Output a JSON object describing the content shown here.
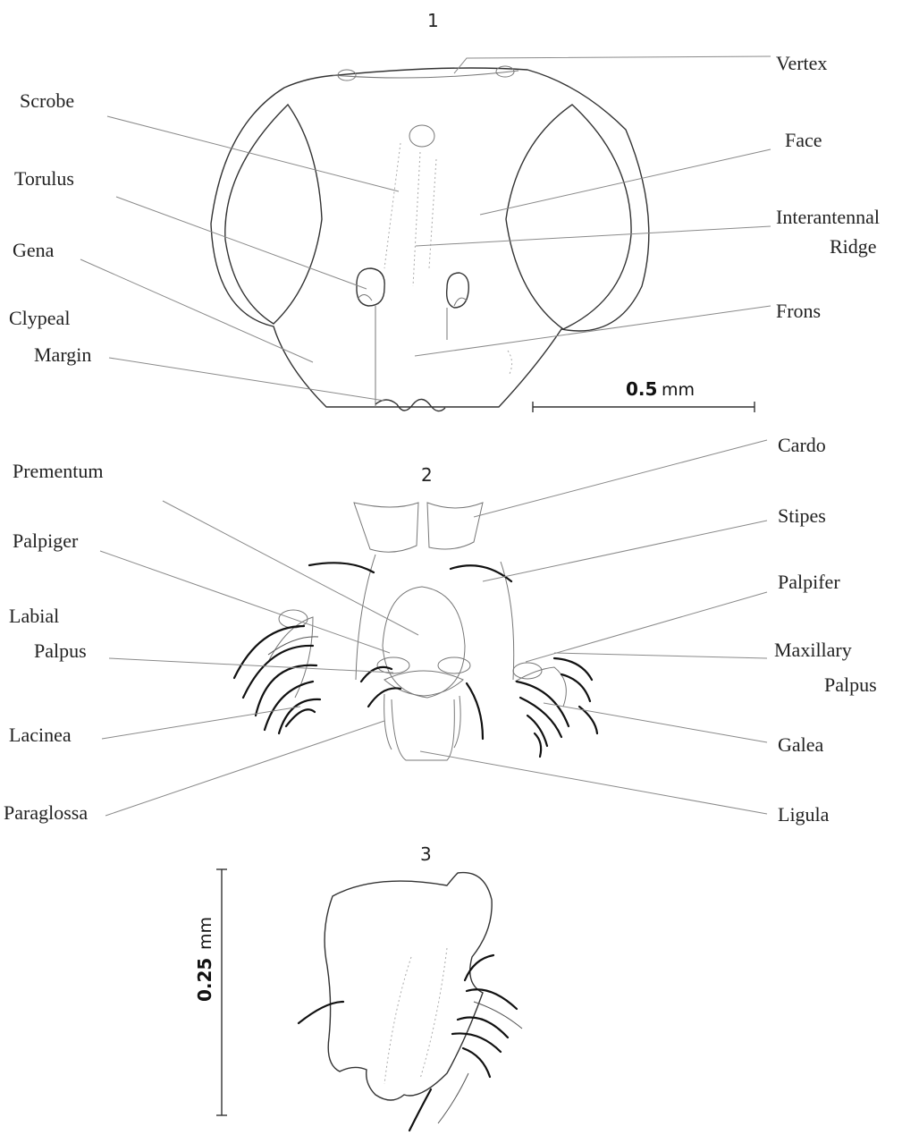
{
  "figures": [
    {
      "number": "1",
      "labels": {
        "vertex": "Vertex",
        "scrobe": "Scrobe",
        "face": "Face",
        "torulus": "Torulus",
        "interantennal_line1": "Interantennal",
        "interantennal_line2": "Ridge",
        "gena": "Gena",
        "frons": "Frons",
        "clypeal_line1": "Clypeal",
        "clypeal_line2": "Margin"
      },
      "scale_bar": {
        "value": "0.5",
        "unit": "mm"
      }
    },
    {
      "number": "2",
      "labels": {
        "cardo": "Cardo",
        "prementum": "Prementum",
        "stipes": "Stipes",
        "palpiger": "Palpiger",
        "palpifer": "Palpifer",
        "labial_line1": "Labial",
        "labial_line2": "Palpus",
        "maxillary_line1": "Maxillary",
        "maxillary_line2": "Palpus",
        "lacinea": "Lacinea",
        "galea": "Galea",
        "paraglossa": "Paraglossa",
        "ligula": "Ligula"
      }
    },
    {
      "number": "3",
      "scale_bar": {
        "value": "0.25",
        "unit": "mm"
      }
    }
  ]
}
